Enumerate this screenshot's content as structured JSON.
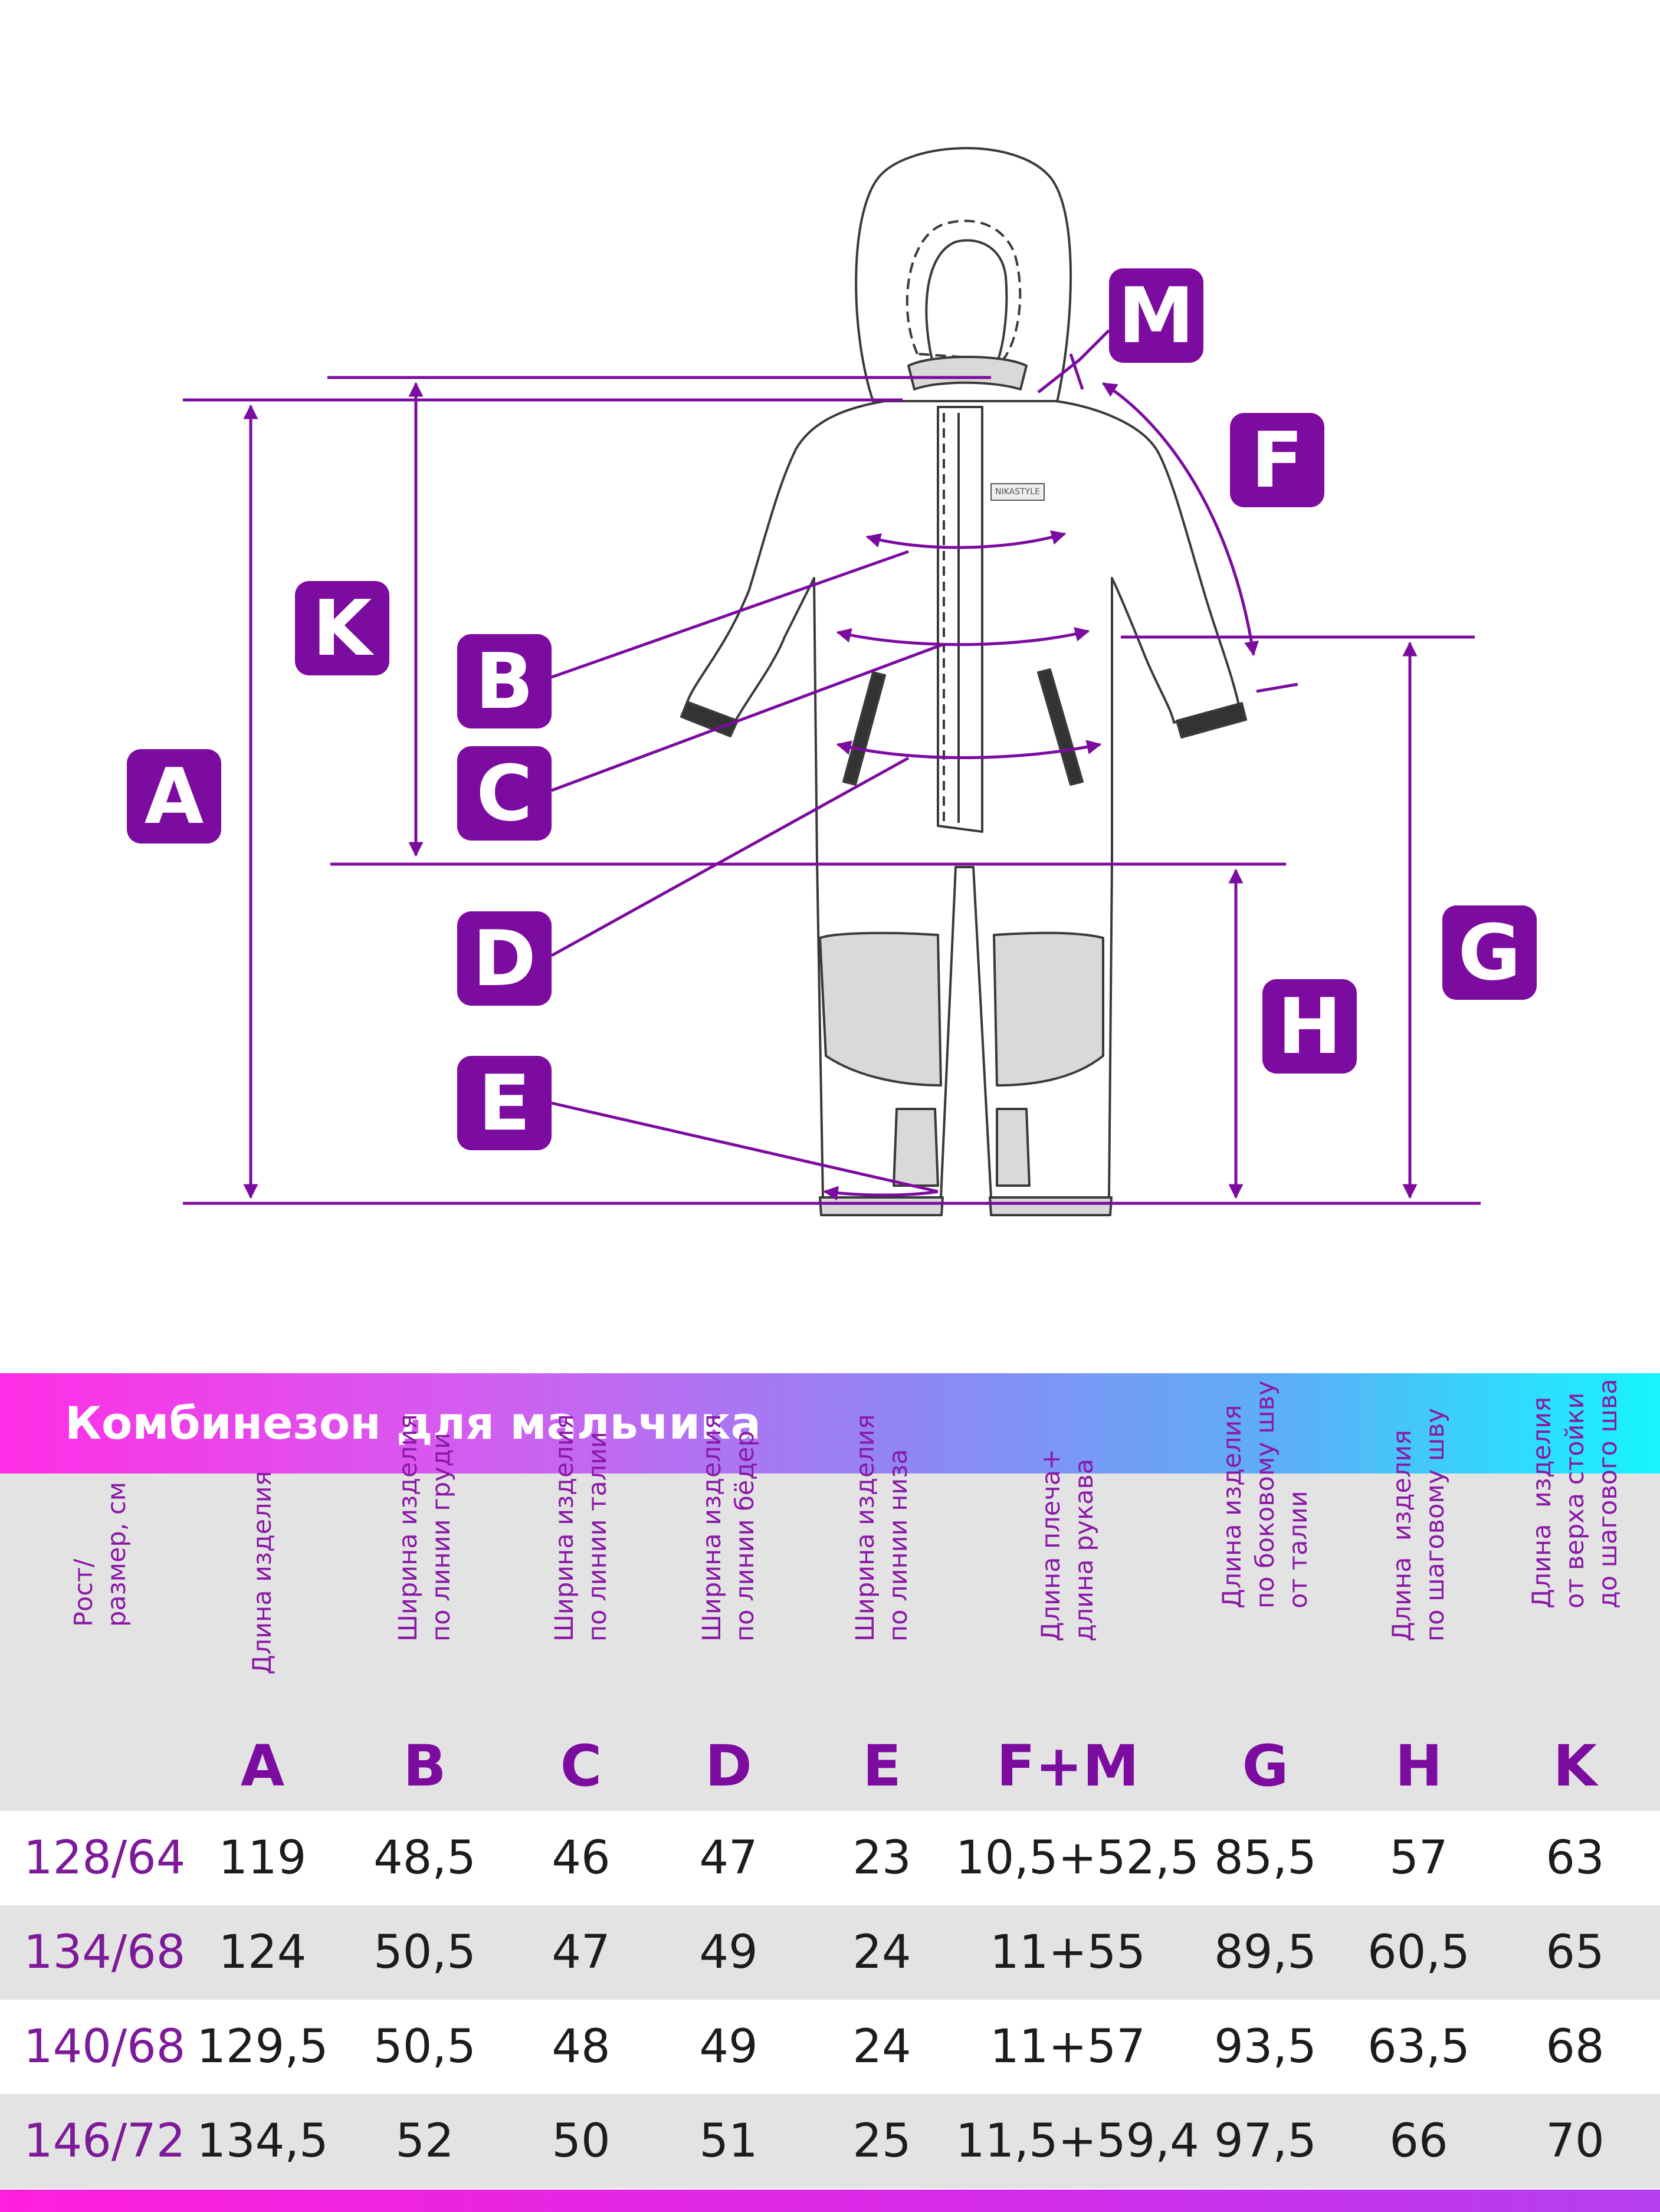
{
  "diagram": {
    "labels": {
      "A": "A",
      "B": "B",
      "C": "C",
      "D": "D",
      "E": "E",
      "F": "F",
      "G": "G",
      "H": "H",
      "K": "K",
      "M": "M"
    },
    "brand_tag": "NIKASTYLE",
    "accent_color": "#7c0b9f"
  },
  "table": {
    "title": "Комбинезон для мальчика",
    "columns": [
      {
        "desc": "Рост/\nразмер, см",
        "letter": ""
      },
      {
        "desc": "Длина изделия",
        "letter": "A"
      },
      {
        "desc": "Ширина изделия\nпо линии груди",
        "letter": "B"
      },
      {
        "desc": "Ширина изделия\nпо линии талии",
        "letter": "C"
      },
      {
        "desc": "Ширина изделия\nпо линии бёдер",
        "letter": "D"
      },
      {
        "desc": "Ширина изделия\nпо линии низа",
        "letter": "E"
      },
      {
        "desc": "Длина плеча+\nдлина рукава",
        "letter": "F+M"
      },
      {
        "desc": "Длина изделия\nпо боковому шву\nот талии",
        "letter": "G"
      },
      {
        "desc": "Длина  изделия\nпо шаговому шву",
        "letter": "H"
      },
      {
        "desc": "Длина  изделия\nот верха стойки\nдо шагового шва",
        "letter": "K"
      }
    ],
    "rows": [
      [
        "128/64",
        "119",
        "48,5",
        "46",
        "47",
        "23",
        "10,5+52,5",
        "85,5",
        "57",
        "63"
      ],
      [
        "134/68",
        "124",
        "50,5",
        "47",
        "49",
        "24",
        "11+55",
        "89,5",
        "60,5",
        "65"
      ],
      [
        "140/68",
        "129,5",
        "50,5",
        "48",
        "49",
        "24",
        "11+57",
        "93,5",
        "63,5",
        "68"
      ],
      [
        "146/72",
        "134,5",
        "52",
        "50",
        "51",
        "25",
        "11,5+59,4",
        "97,5",
        "66",
        "70"
      ]
    ]
  }
}
